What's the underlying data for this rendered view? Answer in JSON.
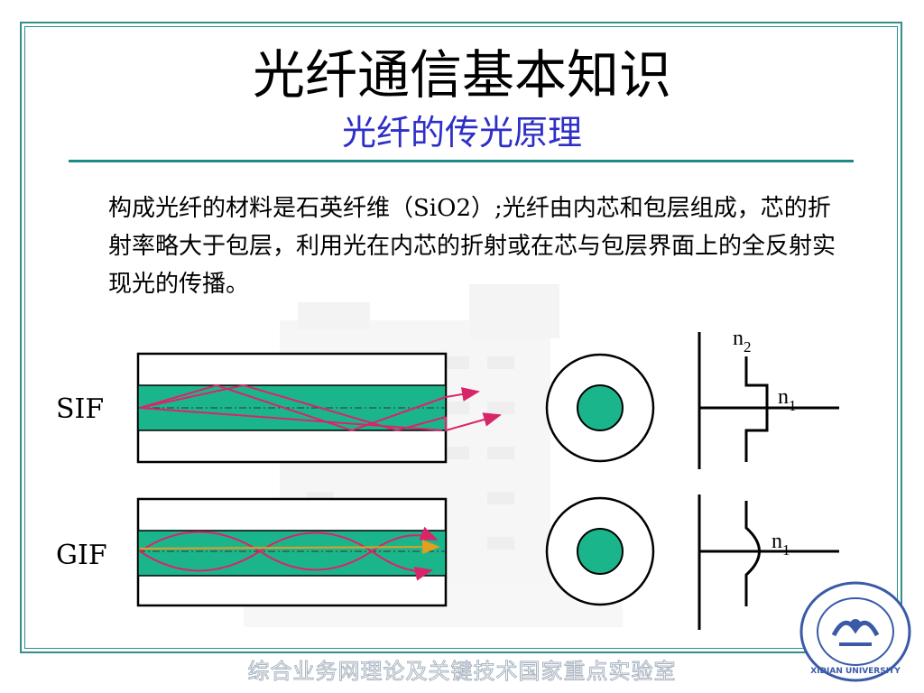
{
  "slide": {
    "title": "光纤通信基本知识",
    "subtitle": "光纤的传光原理",
    "paragraph": "构成光纤的材料是石英纤维（SiO2）;光纤由内芯和包层组成，芯的折射率略大于包层，利用光在内芯的折射或在芯与包层界面上的全反射实现光的传播。",
    "footer": "综合业务网理论及关键技术国家重点实验室"
  },
  "diagram": {
    "sif_label": "SIF",
    "gif_label": "GIF",
    "n2_label": {
      "base": "n",
      "sub": "2"
    },
    "n1_label_sif": {
      "base": "n",
      "sub": "1"
    },
    "n1_label_gif": {
      "base": "n",
      "sub": "1"
    }
  },
  "colors": {
    "accent_teal": "#1d8a86",
    "core_green": "#1bb58c",
    "ray_magenta": "#d8256a",
    "ray_orange": "#e0a020",
    "subtitle_blue": "#2e2ec8"
  },
  "logo": {
    "name": "university-seal-icon",
    "text": "XIDIAN UNIVERSITY"
  }
}
